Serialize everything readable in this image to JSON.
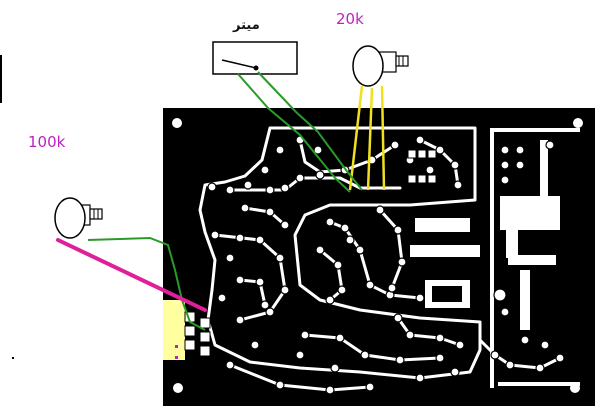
{
  "labels": {
    "meter": "ميتر",
    "pot_top": "20k",
    "pot_left": "100k"
  },
  "colors": {
    "board": "#000000",
    "trace": "#ffffff",
    "pad": "#000000",
    "pot_label": "#c020c0",
    "green_wire": "#2a9a2a",
    "yellow_wire": "#f0e020",
    "pink_wire": "#e0209a",
    "highlight": "#ffffa0"
  },
  "icons": [
    "meter-icon",
    "potentiometer-icon",
    "potentiometer-icon"
  ]
}
